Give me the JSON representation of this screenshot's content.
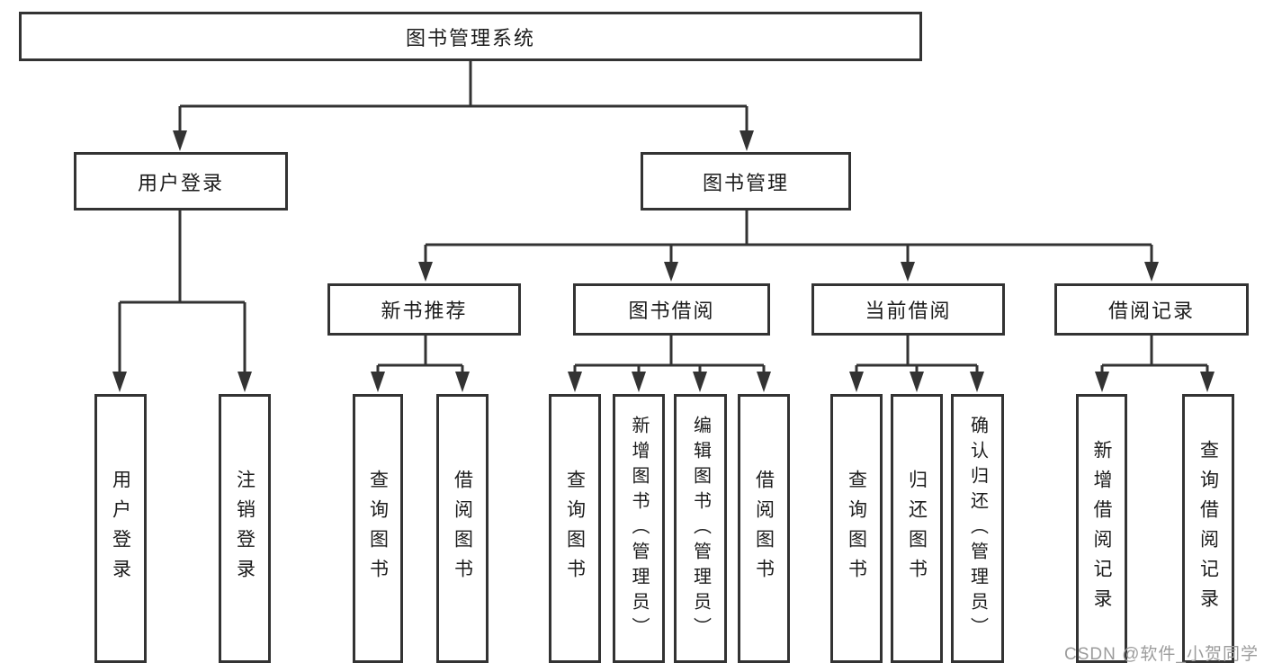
{
  "diagram": {
    "background": "#ffffff",
    "line_color": "#333333",
    "text_color": "#1c1c1c",
    "tree": {
      "label": "图书管理系统",
      "children": [
        {
          "label": "用户登录",
          "children": [
            {
              "label": "用户登录"
            },
            {
              "label": "注销登录"
            }
          ]
        },
        {
          "label": "图书管理",
          "children": [
            {
              "label": "新书推荐",
              "children": [
                {
                  "label": "查询图书"
                },
                {
                  "label": "借阅图书"
                }
              ]
            },
            {
              "label": "图书借阅",
              "children": [
                {
                  "label": "查询图书"
                },
                {
                  "label": "新增图书（管理员）"
                },
                {
                  "label": "编辑图书（管理员）"
                },
                {
                  "label": "借阅图书"
                }
              ]
            },
            {
              "label": "当前借阅",
              "children": [
                {
                  "label": "查询图书"
                },
                {
                  "label": "归还图书"
                },
                {
                  "label": "确认归还（管理员）"
                }
              ]
            },
            {
              "label": "借阅记录",
              "children": [
                {
                  "label": "新增借阅记录"
                },
                {
                  "label": "查询借阅记录"
                }
              ]
            }
          ]
        }
      ]
    },
    "watermark": {
      "text": "CSDN @软件_小贺同学",
      "color": "#9c9c9c"
    }
  }
}
